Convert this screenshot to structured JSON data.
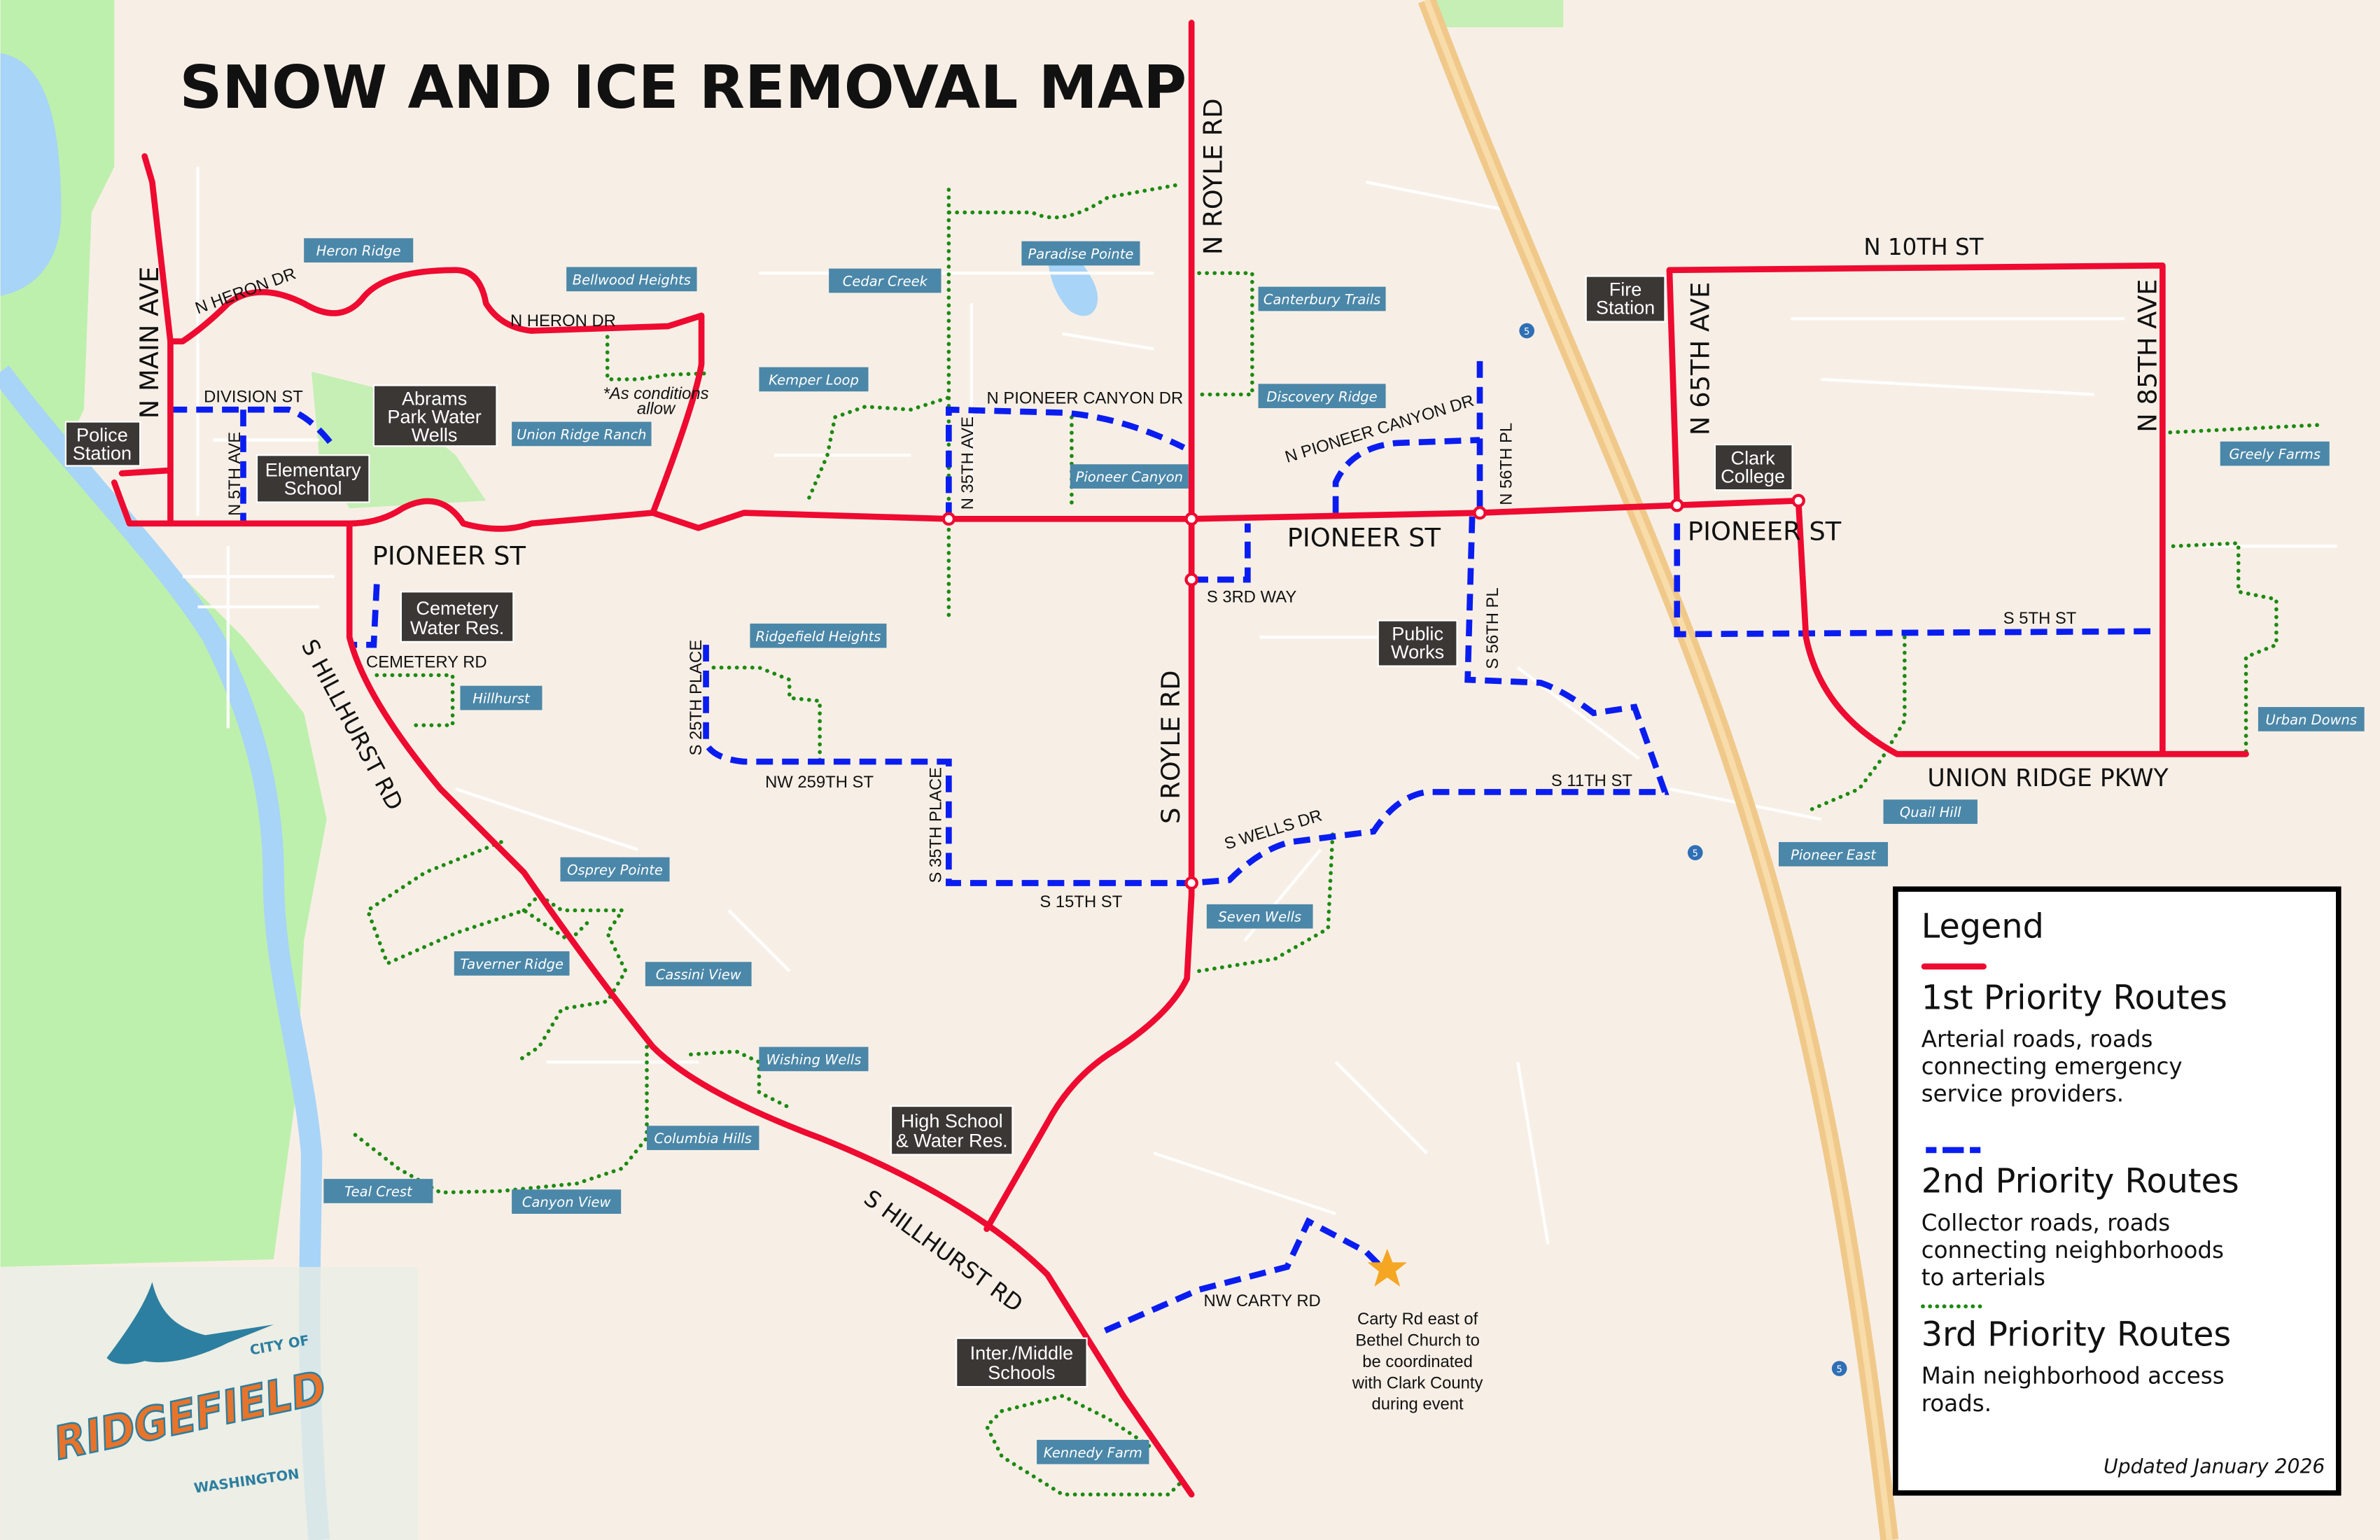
{
  "title": "SNOW AND ICE REMOVAL MAP",
  "colors": {
    "background": "#f7efe6",
    "parkland": "#bdf0ad",
    "river": "#a8d4f7",
    "freeway": "#f0c98a",
    "priority1": "#ee0a30",
    "priority2": "#0a1df0",
    "priority3": "#1d8a12",
    "neighborhood_label_bg": "#4b87a8",
    "facility_label_bg": "#3b3735",
    "logo_orange": "#e8732a",
    "logo_blue": "#2c7fa0"
  },
  "road_labels": [
    "N MAIN AVE",
    "N HERON DR",
    "N HERON DR",
    "DIVISION ST",
    "N 5TH AVE",
    "PIONEER ST",
    "CEMETERY RD",
    "S HILLHURST RD",
    "N PIONEER CANYON DR",
    "N 35TH AVE",
    "N ROYLE RD",
    "PIONEER ST",
    "S 3RD WAY",
    "N PIONEER CANYON DR",
    "N 56TH PL",
    "S 56TH PL",
    "N 10TH ST",
    "N 65TH AVE",
    "N 85TH AVE",
    "PIONEER ST",
    "S 5TH ST",
    "UNION RIDGE PKWY",
    "S 25TH PLACE",
    "NW 259TH ST",
    "S 35TH PLACE",
    "S 15TH ST",
    "S ROYLE RD",
    "S WELLS DR",
    "S 11TH ST",
    "S HILLHURST RD",
    "NW CARTY RD"
  ],
  "neighborhoods": [
    "Heron Ridge",
    "Bellwood Heights",
    "Union Ridge Ranch",
    "Cedar Creek",
    "Paradise Pointe",
    "Kemper Loop",
    "Canterbury Trails",
    "Discovery Ridge",
    "Pioneer Canyon",
    "Ridgefield Heights",
    "Hillhurst",
    "Osprey Pointe",
    "Taverner Ridge",
    "Cassini View",
    "Wishing Wells",
    "Columbia Hills",
    "Teal Crest",
    "Canyon View",
    "Seven Wells",
    "Kennedy Farm",
    "Greely Farms",
    "Urban Downs",
    "Quail Hill",
    "Pioneer East"
  ],
  "facilities": [
    [
      "Police",
      "Station"
    ],
    [
      "Abrams",
      "Park Water",
      "Wells"
    ],
    [
      "Elementary",
      "School"
    ],
    [
      "Cemetery",
      "Water Res."
    ],
    [
      "High School",
      "& Water Res."
    ],
    [
      "Inter./Middle",
      "Schools"
    ],
    [
      "Public",
      "Works"
    ],
    [
      "Fire",
      "Station"
    ],
    [
      "Clark",
      "College"
    ]
  ],
  "notes": {
    "conditions": [
      "*As conditions",
      "allow"
    ],
    "carty": [
      "Carty Rd east of",
      "Bethel Church to",
      "be coordinated",
      "with Clark County",
      "during event"
    ]
  },
  "freeway_shield": "5",
  "legend": {
    "title": "Legend",
    "items": [
      {
        "title": "1st Priority Routes",
        "desc": [
          "Arterial roads, roads",
          "connecting emergency",
          "service providers."
        ],
        "style": "solid-red"
      },
      {
        "title": "2nd Priority Routes",
        "desc": [
          "Collector roads, roads",
          "connecting neighborhoods",
          "to arterials"
        ],
        "style": "dashed-blue"
      },
      {
        "title": "3rd Priority Routes",
        "desc": [
          "Main neighborhood access",
          "roads."
        ],
        "style": "dotted-green"
      }
    ],
    "updated": "Updated January 2026"
  },
  "logo": {
    "city_of": "CITY OF",
    "name": "RIDGEFIELD",
    "state": "WASHINGTON"
  }
}
